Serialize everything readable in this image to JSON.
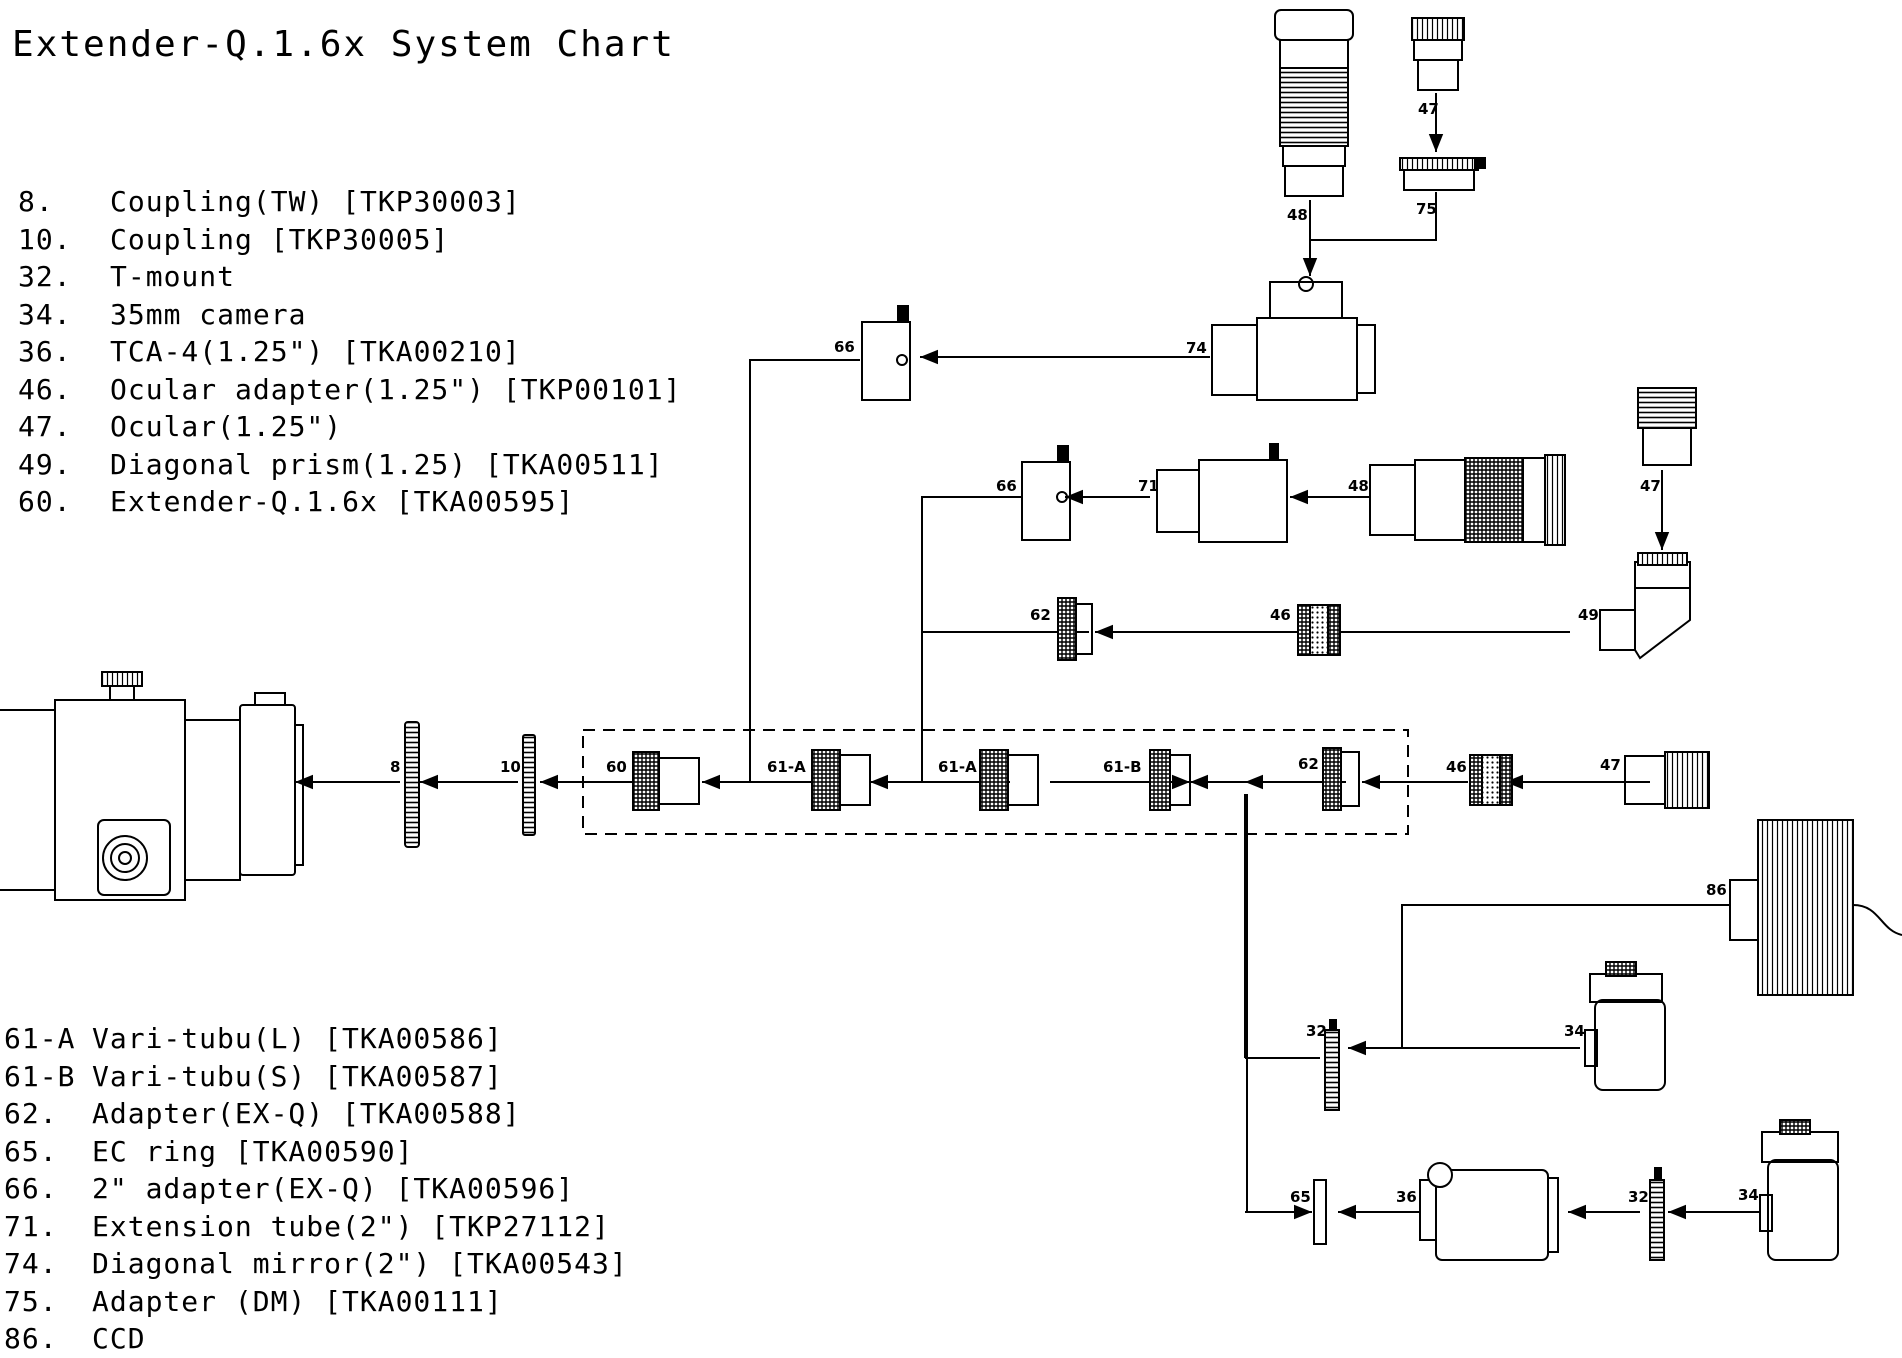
{
  "title": "Extender-Q.1.6x System Chart",
  "legend_top": [
    {
      "num": "8.",
      "text": "Coupling(TW) [TKP30003]"
    },
    {
      "num": "10.",
      "text": "Coupling [TKP30005]"
    },
    {
      "num": "32.",
      "text": "T-mount"
    },
    {
      "num": "34.",
      "text": "35mm camera"
    },
    {
      "num": "36.",
      "text": "TCA-4(1.25\") [TKA00210]"
    },
    {
      "num": "46.",
      "text": "Ocular adapter(1.25\") [TKP00101]"
    },
    {
      "num": "47.",
      "text": "Ocular(1.25\")"
    },
    {
      "num": "49.",
      "text": "Diagonal prism(1.25) [TKA00511]"
    },
    {
      "num": "60.",
      "text": "Extender-Q.1.6x [TKA00595]"
    }
  ],
  "legend_bottom": [
    {
      "num": "61-A",
      "text": "Vari-tubu(L) [TKA00586]"
    },
    {
      "num": "61-B",
      "text": "Vari-tubu(S) [TKA00587]"
    },
    {
      "num": "62.",
      "text": "Adapter(EX-Q) [TKA00588]"
    },
    {
      "num": "65.",
      "text": "EC ring [TKA00590]"
    },
    {
      "num": "66.",
      "text": "2\" adapter(EX-Q) [TKA00596]"
    },
    {
      "num": "71.",
      "text": "Extension tube(2\") [TKP27112]"
    },
    {
      "num": "74.",
      "text": "Diagonal mirror(2\") [TKA00543]"
    },
    {
      "num": "75.",
      "text": "Adapter (DM) [TKA00111]"
    },
    {
      "num": "86.",
      "text": "CCD"
    }
  ],
  "part_labels": {
    "p48a": "48",
    "p47a": "47",
    "p75": "75",
    "p74": "74",
    "p66a": "66",
    "p66b": "66",
    "p71": "71",
    "p48b": "48",
    "p47b": "47",
    "p62a": "62",
    "p46a": "46",
    "p49": "49",
    "p8": "8",
    "p10": "10",
    "p60": "60",
    "p61a1": "61-A",
    "p61a2": "61-A",
    "p61b": "61-B",
    "p62b": "62",
    "p46b": "46",
    "p47c": "47",
    "p86": "86",
    "p32a": "32",
    "p34a": "34",
    "p65": "65",
    "p36": "36",
    "p32b": "32",
    "p34b": "34"
  },
  "colors": {
    "ink": "#000000",
    "background": "#ffffff",
    "hatch": "#333333"
  }
}
